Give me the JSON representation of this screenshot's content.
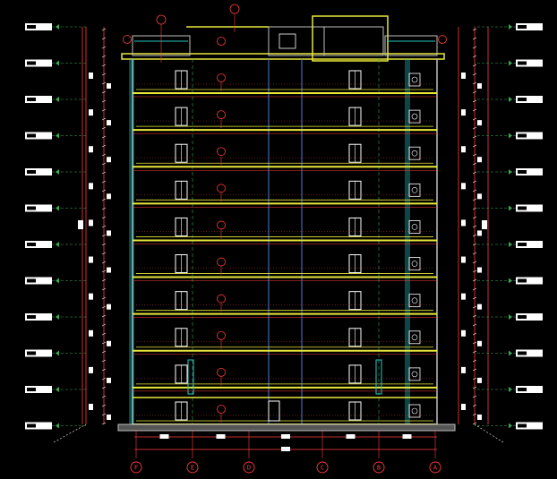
{
  "drawing": {
    "type": "building-elevation",
    "floors": 10,
    "background": "#000000",
    "colors": {
      "slab": "#e8e83a",
      "wall": "#c0c0c0",
      "blue": "#4a7bd8",
      "cyan": "#27c9c9",
      "red_dim": "#ff3b3b",
      "white": "#ffffff",
      "green": "#3aa855"
    },
    "grid_axes": [
      "F",
      "E",
      "D",
      "C",
      "B",
      "A"
    ],
    "level_tag_count": 12
  }
}
